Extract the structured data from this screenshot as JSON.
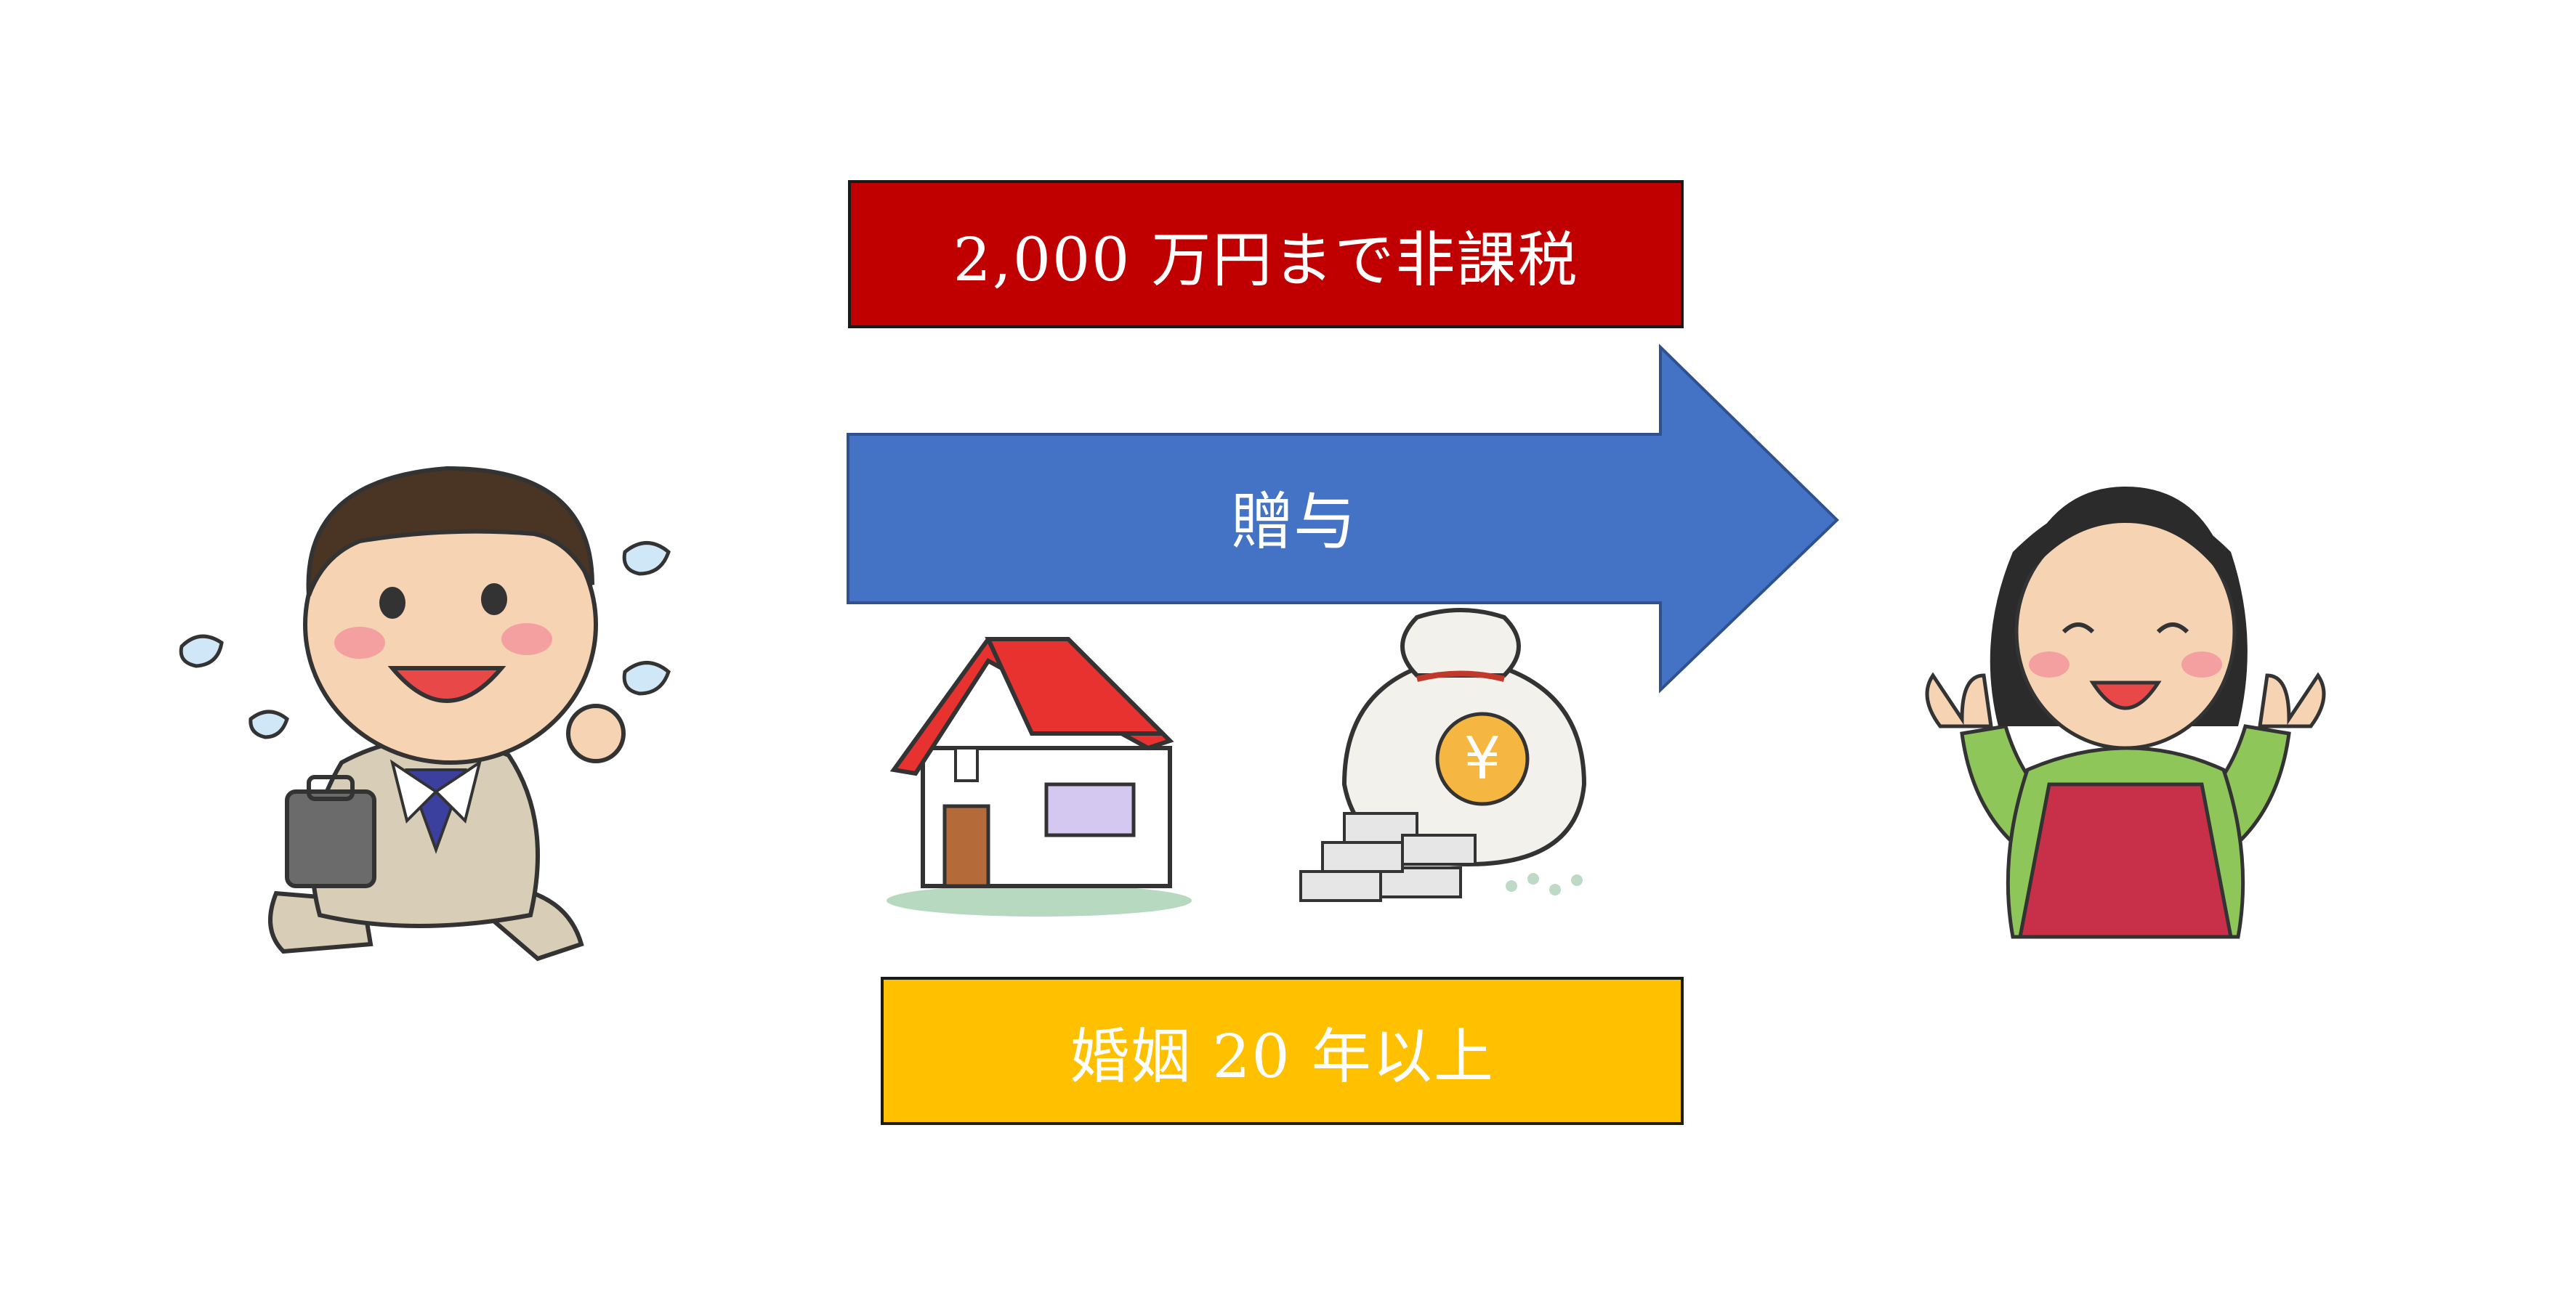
{
  "top_label": "2,000 万円まで非課税",
  "arrow_label": "贈与",
  "bottom_label": "婚姻 20 年以上",
  "colors": {
    "top_box": "#c00000",
    "arrow": "#4472c4",
    "bottom_box": "#ffc000"
  },
  "icons": [
    "businessman-icon",
    "house-icon",
    "money-bag-icon",
    "woman-icon"
  ]
}
